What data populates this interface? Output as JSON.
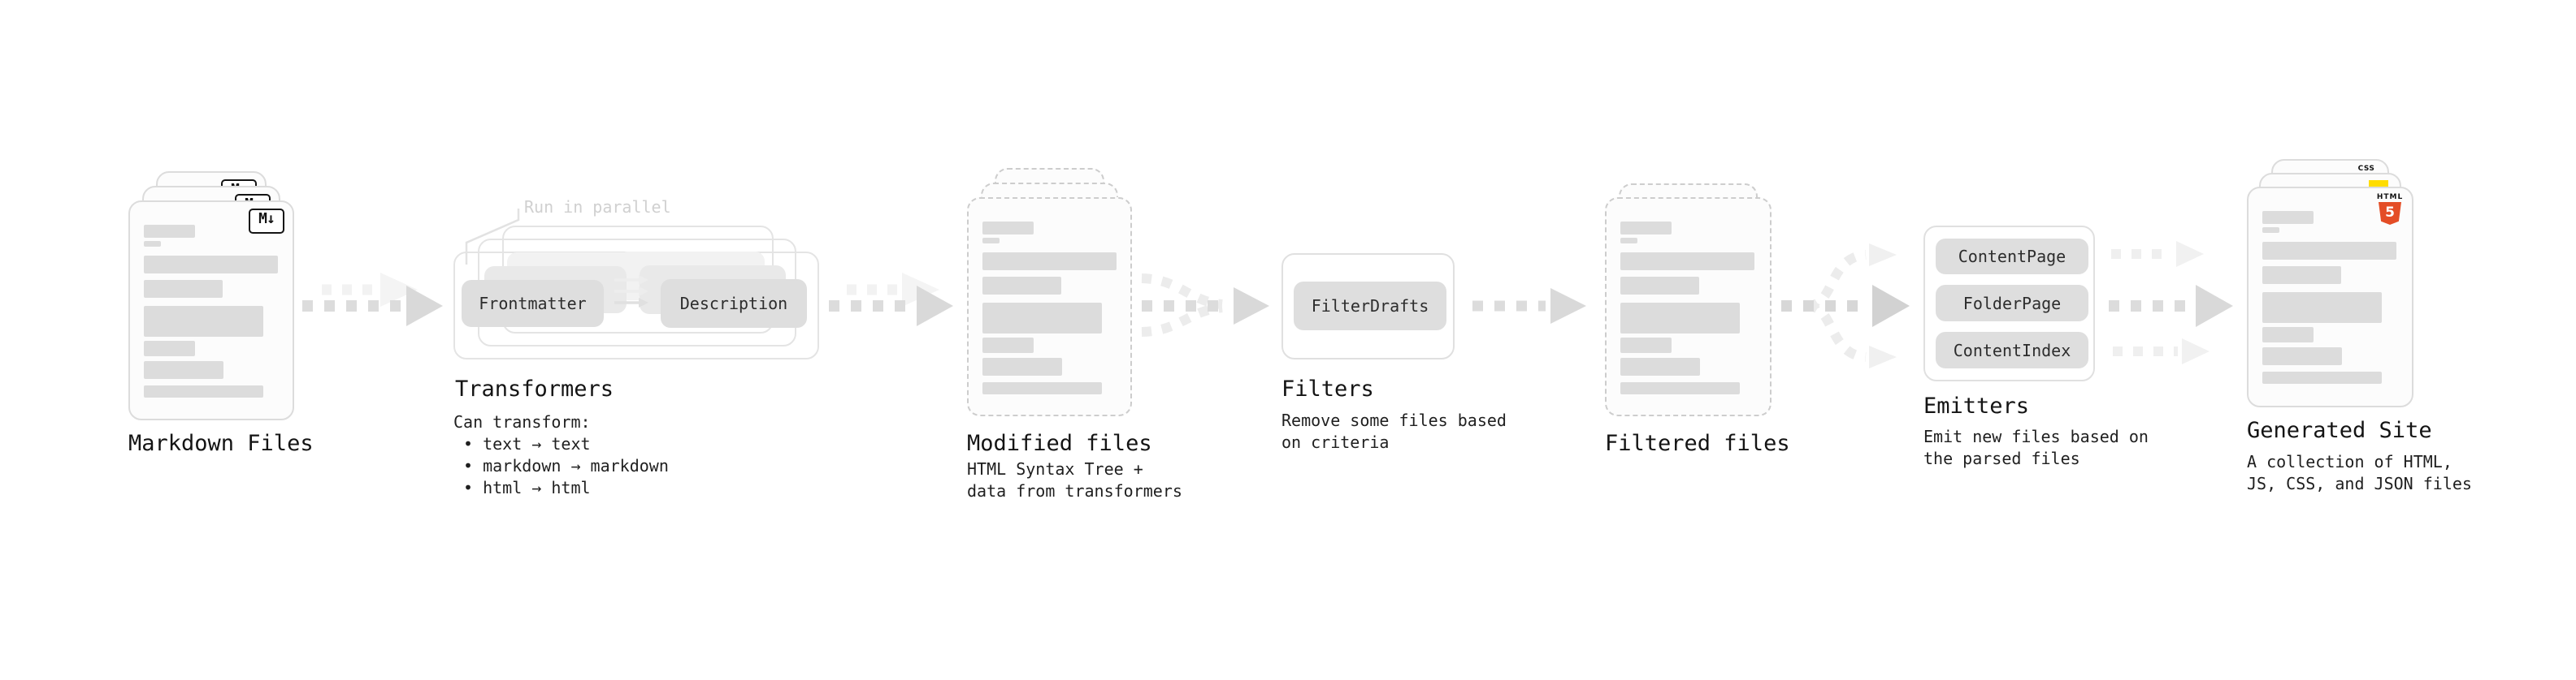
{
  "stages": {
    "markdown": {
      "label": "Markdown Files",
      "badge": "M↓"
    },
    "transformers": {
      "label": "Transformers",
      "annotation": "Run in parallel",
      "nodes": {
        "n1": "Frontmatter",
        "n2": "Description"
      },
      "desc": {
        "l1": "Can transform:",
        "l2": "• text → text",
        "l3": "• markdown → markdown",
        "l4": "• html → html"
      }
    },
    "modified": {
      "label": "Modified files",
      "desc": {
        "l1": "HTML Syntax Tree +",
        "l2": "data from transformers"
      }
    },
    "filters": {
      "label": "Filters",
      "nodes": {
        "n1": "FilterDrafts"
      },
      "desc": {
        "l1": "Remove some files based",
        "l2": "on criteria"
      }
    },
    "filtered": {
      "label": "Filtered files"
    },
    "emitters": {
      "label": "Emitters",
      "nodes": {
        "n1": "ContentPage",
        "n2": "FolderPage",
        "n3": "ContentIndex"
      },
      "desc": {
        "l1": "Emit new files based on",
        "l2": "the parsed files"
      }
    },
    "generated": {
      "label": "Generated Site",
      "desc": {
        "l1": "A collection of HTML,",
        "l2": "JS, CSS, and JSON files"
      },
      "badges": {
        "html_word": "HTML",
        "html_number": "5",
        "css": "CSS"
      }
    }
  },
  "colors": {
    "html5_orange": "#e44d26",
    "js_yellow": "#ffdd00",
    "css_blue": "#2f6bff",
    "arrow_gray": "#dcdcdc",
    "arrow_head_gray": "#d9d9d9",
    "card_border": "#d9d9d9",
    "node_fill": "#dedede",
    "annotation_gray": "#d0d0d0"
  }
}
